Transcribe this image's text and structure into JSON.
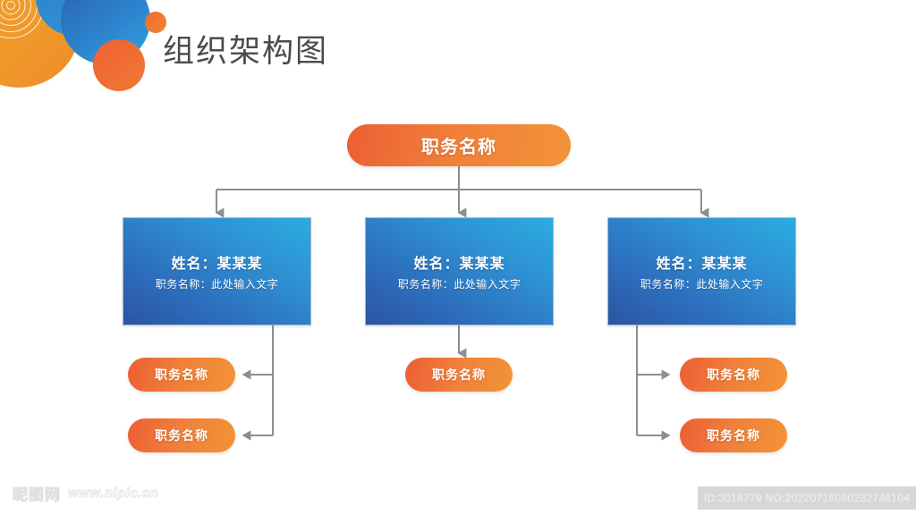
{
  "page": {
    "title": "组织架构图"
  },
  "decor": {
    "orange_big": "orange-circle-rings",
    "blue_small": "blue-circle-small",
    "blue_big": "blue-circle-large",
    "red_mid": "orange-red-circle",
    "orange_dot": "orange-dot-circle"
  },
  "chart": {
    "root": {
      "label": "职务名称"
    },
    "managers": [
      {
        "name": "姓名：某某某",
        "role": "职务名称：此处输入文字"
      },
      {
        "name": "姓名：某某某",
        "role": "职务名称：此处输入文字"
      },
      {
        "name": "姓名：某某某",
        "role": "职务名称：此处输入文字"
      }
    ],
    "leaves": {
      "left": [
        {
          "label": "职务名称"
        },
        {
          "label": "职务名称"
        }
      ],
      "middle": [
        {
          "label": "职务名称"
        }
      ],
      "right": [
        {
          "label": "职务名称"
        },
        {
          "label": "职务名称"
        }
      ]
    }
  },
  "colors": {
    "orange_start": "#ec5f34",
    "orange_end": "#f29336",
    "blue_dark": "#2b55a3",
    "blue_light": "#2bacdf",
    "connector": "#8a8f96",
    "title_text": "#4b4b4b"
  },
  "footer": {
    "watermark_logo": "昵图网",
    "watermark_url": "www.nipic.cn",
    "id_text": "ID:3018779 NO:20220716080232746104"
  }
}
